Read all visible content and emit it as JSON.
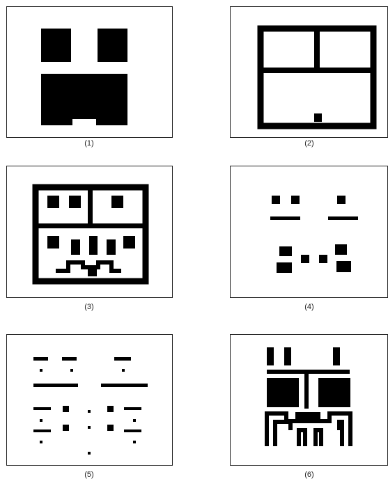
{
  "figure": {
    "panels": [
      {
        "caption": "(1)",
        "pattern": "solid-blocks"
      },
      {
        "caption": "(2)",
        "pattern": "outline-frame"
      },
      {
        "caption": "(3)",
        "pattern": "frame-with-blocks"
      },
      {
        "caption": "(4)",
        "pattern": "scattered-fragments"
      },
      {
        "caption": "(5)",
        "pattern": "dashed-fragments"
      },
      {
        "caption": "(6)",
        "pattern": "branching-structure"
      }
    ],
    "ink_color": "#000000",
    "background_color": "#ffffff"
  }
}
